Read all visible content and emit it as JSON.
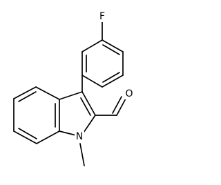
{
  "molecule": {
    "atoms": {
      "fluorine": "F",
      "oxygen": "O",
      "nitrogen": "N"
    }
  }
}
